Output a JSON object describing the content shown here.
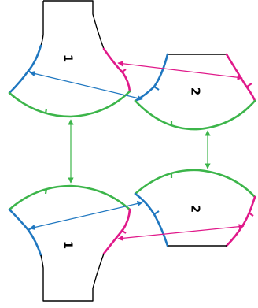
{
  "pieces": [
    {
      "id": "top-left",
      "label": "1"
    },
    {
      "id": "top-right",
      "label": "2"
    },
    {
      "id": "bottom-left",
      "label": "1"
    },
    {
      "id": "bottom-right",
      "label": "2"
    }
  ],
  "colors": {
    "outline": "#000000",
    "blue": "#1f77c0",
    "pink": "#e0198a",
    "green": "#3cb54a"
  }
}
